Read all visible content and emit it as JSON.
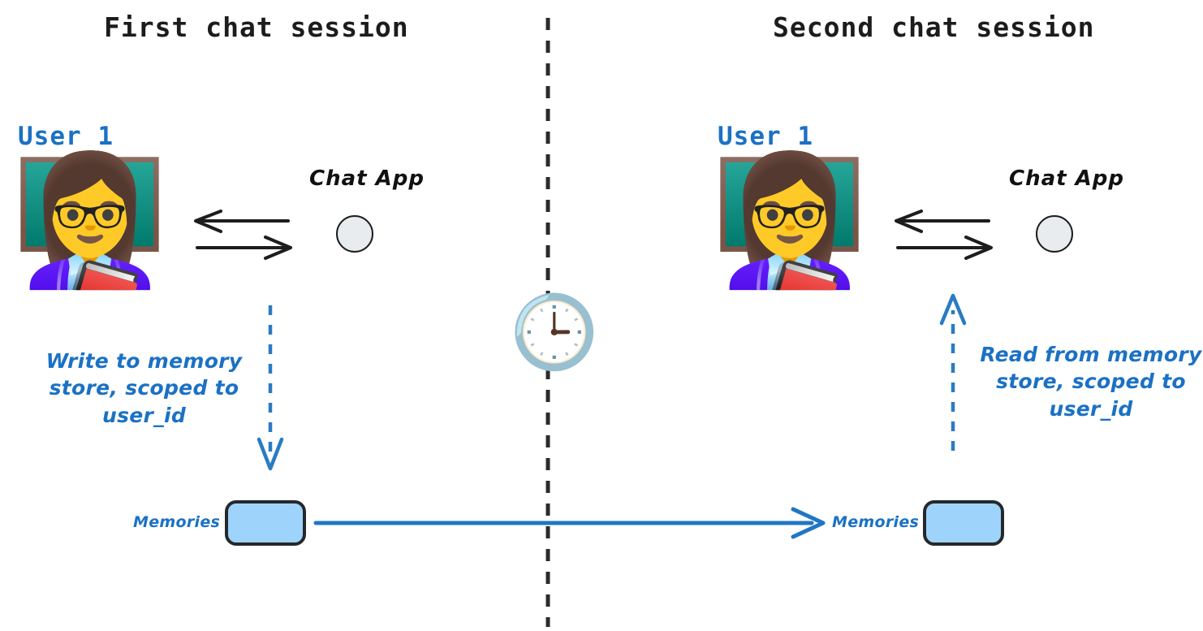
{
  "diagram": {
    "title_left": "First chat session",
    "title_right": "Second chat session",
    "divider": "vertical-dashed-time-divider",
    "accent_blue": "#1b71c4",
    "memory_fill": "#9ed4fc",
    "memory_stroke": "#26282b",
    "chat_circle_fill": "#e8ecef"
  },
  "left_session": {
    "heading": "First chat session",
    "user_label": "User 1",
    "user_avatar_icon": "woman-teacher-emoji",
    "avatar_glyph": "👩‍🏫",
    "chat_app_label": "Chat App",
    "chat_app_icon": "chat-app-circle-icon",
    "exchange_arrows": [
      "response-arrow-left",
      "request-arrow-right"
    ],
    "annotation": {
      "line1": "Write to memory",
      "line2": "store, scoped to",
      "line3": "user_id",
      "full": "Write to memory store, scoped to user_id"
    },
    "flow_arrow": "write-arrow-down-dashed",
    "memories_label": "Memories",
    "memories_box": "memories-store-box"
  },
  "right_session": {
    "heading": "Second chat session",
    "user_label": "User 1",
    "user_avatar_icon": "woman-teacher-emoji",
    "avatar_glyph": "👩‍🏫",
    "chat_app_label": "Chat App",
    "chat_app_icon": "chat-app-circle-icon",
    "exchange_arrows": [
      "response-arrow-left",
      "request-arrow-right"
    ],
    "annotation": {
      "line1": "Read from memory",
      "line2": "store, scoped to",
      "line3": "user_id",
      "full": "Read from memory store, scoped to user_id"
    },
    "flow_arrow": "read-arrow-up-dashed",
    "memories_label": "Memories",
    "memories_box": "memories-store-box"
  },
  "center": {
    "clock_icon": "clock-three-oclock-emoji",
    "clock_glyph": "🕒",
    "persistence_arrow": "memory-persists-arrow-right"
  }
}
